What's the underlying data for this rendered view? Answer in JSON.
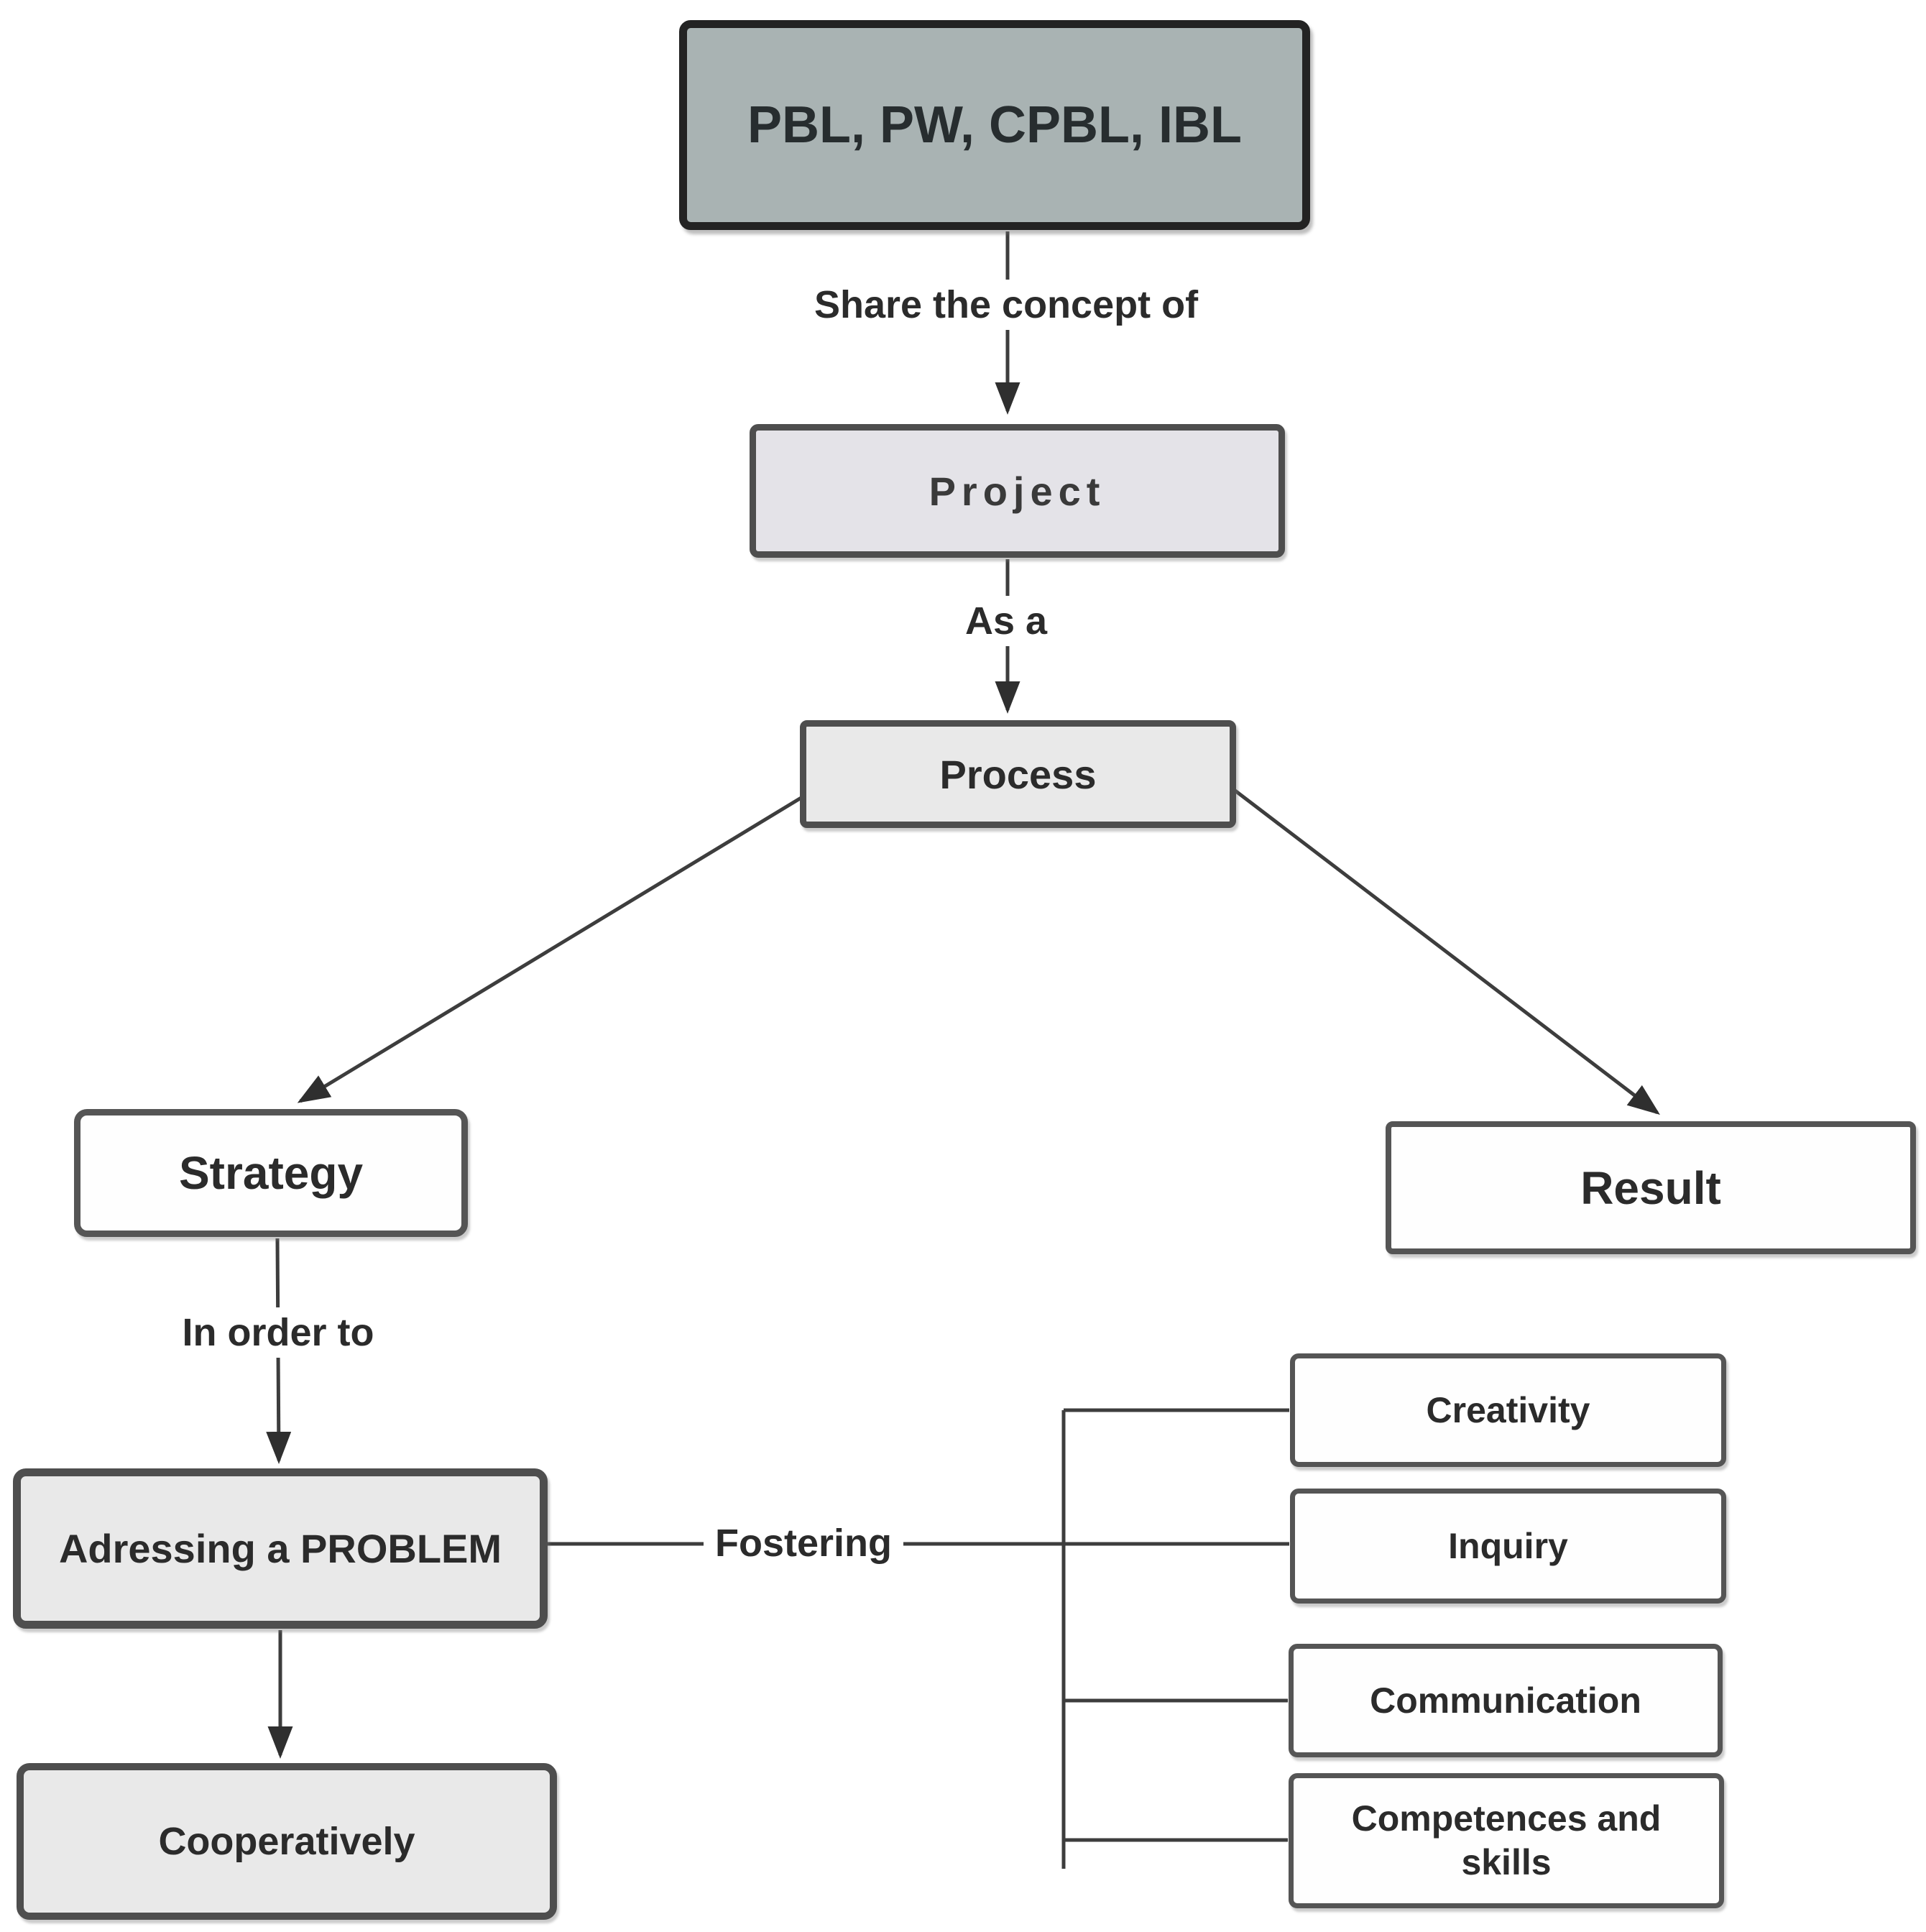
{
  "diagram": {
    "type": "flowchart",
    "background": "#ffffff",
    "line_color": "#3d3d3d",
    "nodes": {
      "pbl": {
        "label": "PBL, PW, CPBL, IBL",
        "fill": "#a9b3b3"
      },
      "project": {
        "label": "Project",
        "fill": "#e4e3e8"
      },
      "process": {
        "label": "Process",
        "fill": "#e9e9e9"
      },
      "strategy": {
        "label": "Strategy",
        "fill": "#fefefe"
      },
      "result": {
        "label": "Result",
        "fill": "#fefefe"
      },
      "problem": {
        "label": "Adressing a PROBLEM",
        "fill": "#e9e9e9"
      },
      "cooperatively": {
        "label": "Cooperatively",
        "fill": "#e9e9e9"
      },
      "creativity": {
        "label": "Creativity",
        "fill": "#fefefe"
      },
      "inquiry": {
        "label": "Inquiry",
        "fill": "#fefefe"
      },
      "communication": {
        "label": "Communication",
        "fill": "#fefefe"
      },
      "competences": {
        "label": "Competences and skills",
        "fill": "#fefefe"
      }
    },
    "edge_labels": {
      "share": "Share the concept of",
      "as_a": "As a",
      "in_order_to": "In order to",
      "fostering": "Fostering"
    }
  }
}
